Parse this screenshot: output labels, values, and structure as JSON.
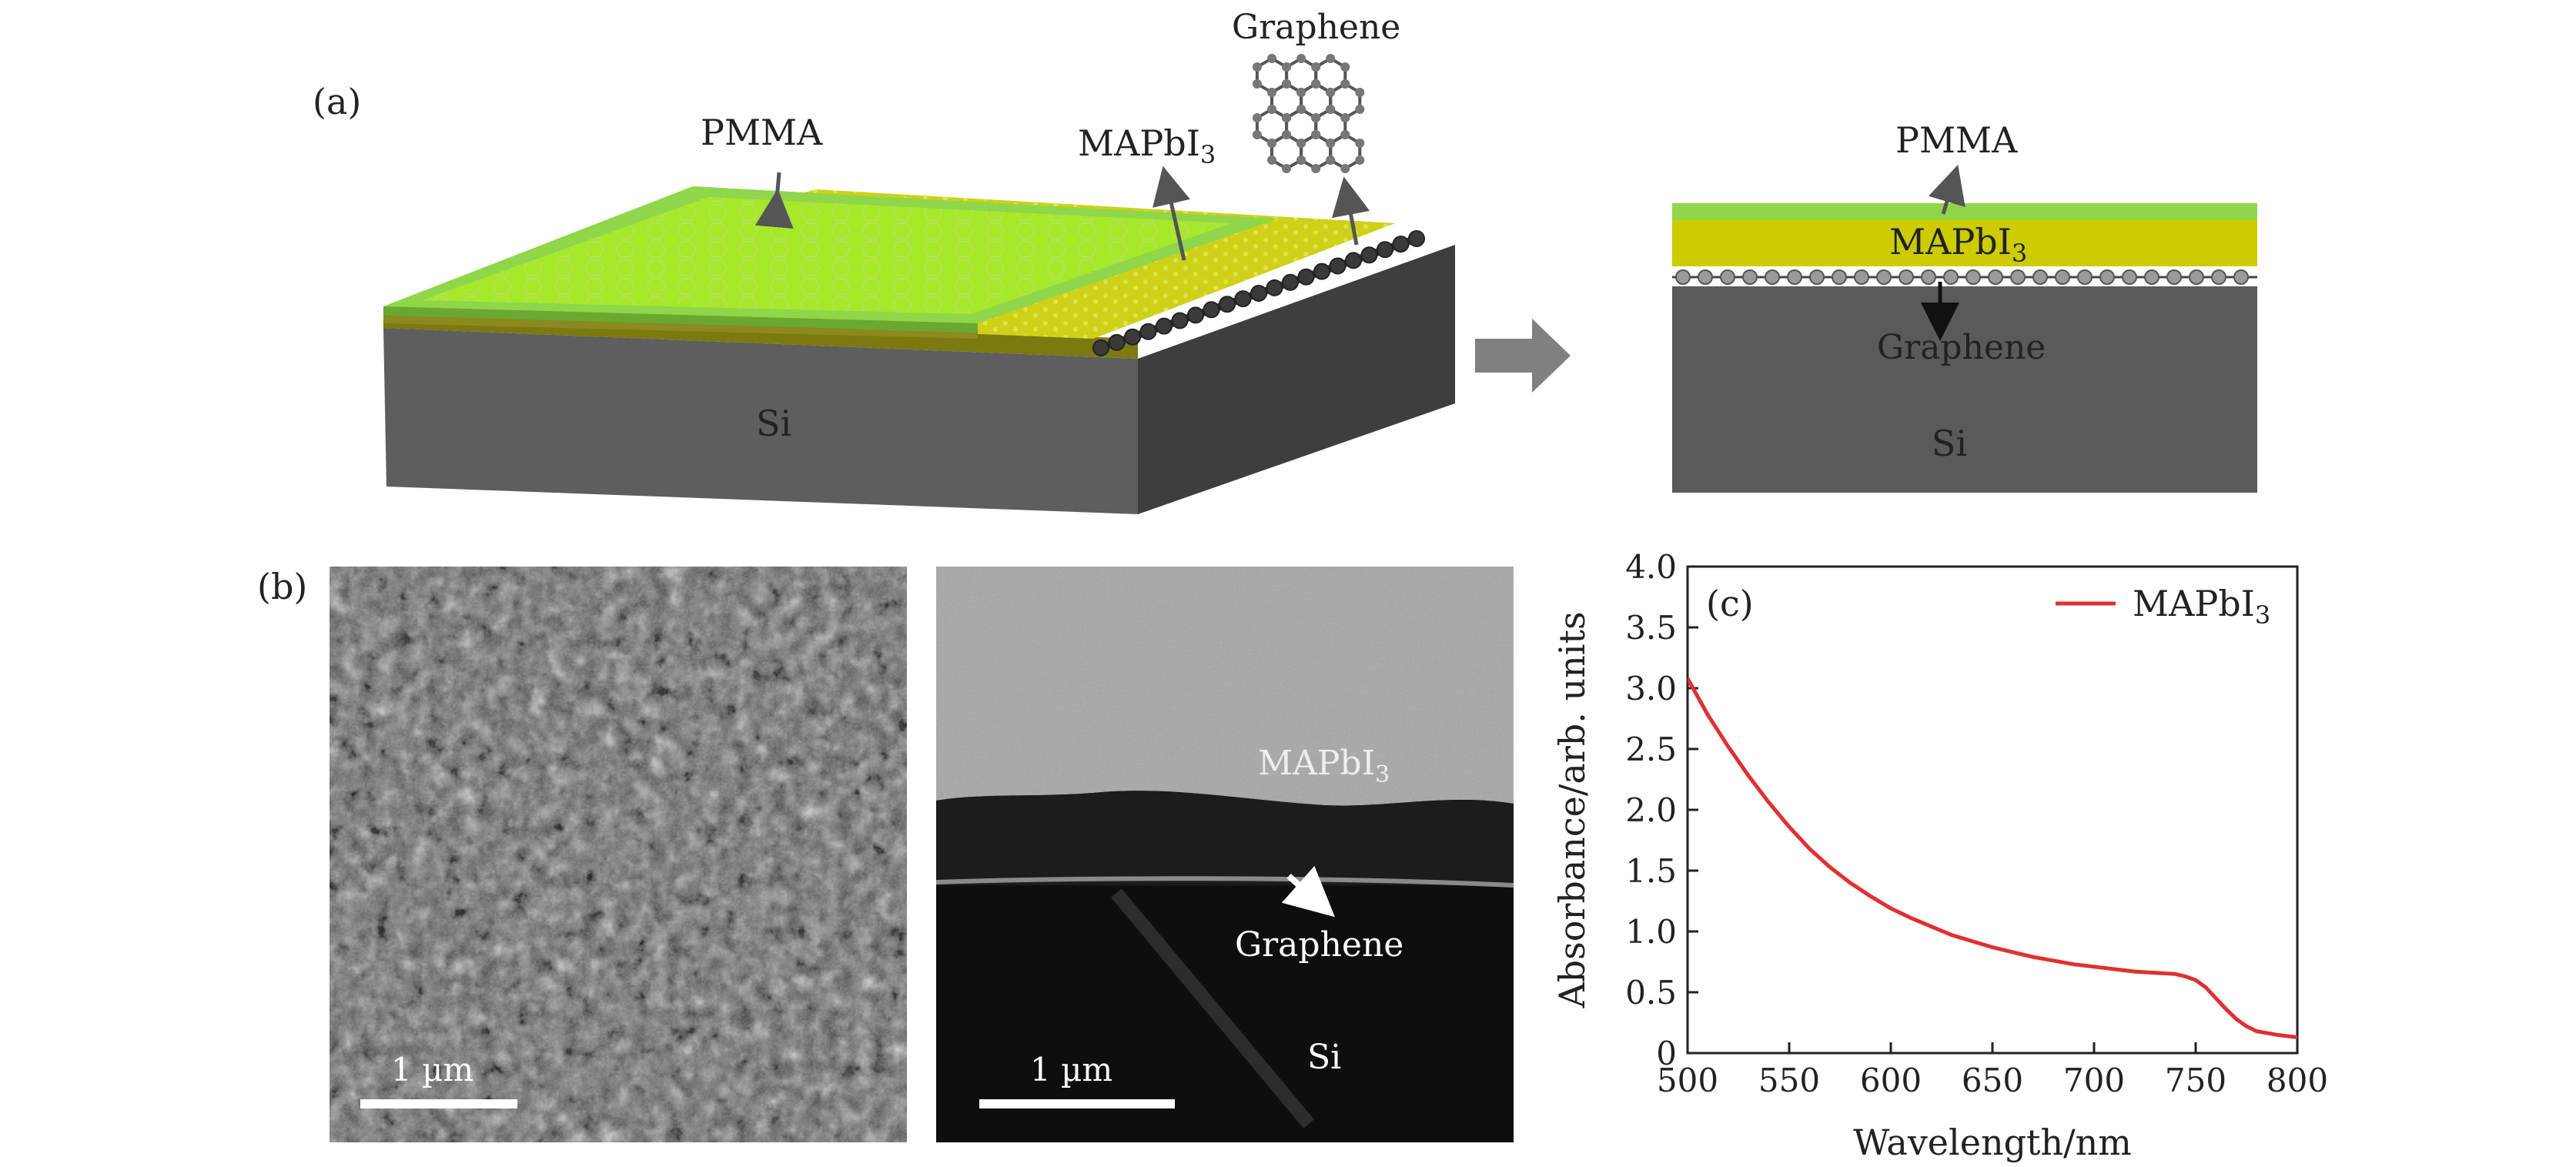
{
  "panel_a": {
    "label": "(a)",
    "left_stack": {
      "pmma_label": "PMMA",
      "mapbi3_label": "MAPbI",
      "mapbi3_sub": "3",
      "graphene_label": "Graphene",
      "si_label": "Si"
    },
    "right_stack": {
      "pmma_label": "PMMA",
      "mapbi3_label": "MAPbI",
      "mapbi3_sub": "3",
      "graphene_label": "Graphene",
      "si_label": "Si"
    },
    "colors": {
      "pmma": "#8fd64a",
      "mapbi3": "#cccc00",
      "si": "#5a5a5a",
      "arrow": "#808080"
    }
  },
  "panel_b": {
    "label": "(b)",
    "left_image": {
      "scale_bar": "1 µm",
      "scale_um": 1
    },
    "right_image": {
      "scale_bar": "1 µm",
      "scale_um": 1,
      "mapbi3_label": "MAPbI",
      "mapbi3_sub": "3",
      "graphene_label": "Graphene",
      "si_label": "Si"
    }
  },
  "chart_data": {
    "type": "line",
    "panel_label": "(c)",
    "xlabel": "Wavelength/nm",
    "ylabel": "Absorbance/arb. units",
    "xlim": [
      500,
      800
    ],
    "ylim": [
      0,
      4.0
    ],
    "xticks": [
      "500",
      "550",
      "600",
      "650",
      "700",
      "750",
      "800"
    ],
    "yticks": [
      "0",
      "0.5",
      "1.0",
      "1.5",
      "2.0",
      "2.5",
      "3.0",
      "3.5",
      "4.0"
    ],
    "legend_position": "top-right",
    "series": [
      {
        "name": "MAPbI",
        "name_sub": "3",
        "color": "#e03030",
        "x": [
          500,
          510,
          520,
          530,
          540,
          550,
          560,
          570,
          580,
          590,
          600,
          610,
          620,
          630,
          640,
          650,
          660,
          670,
          680,
          690,
          700,
          710,
          720,
          730,
          740,
          745,
          750,
          755,
          760,
          765,
          770,
          775,
          780,
          790,
          800
        ],
        "y": [
          3.08,
          2.78,
          2.52,
          2.28,
          2.06,
          1.86,
          1.68,
          1.53,
          1.4,
          1.29,
          1.19,
          1.11,
          1.04,
          0.97,
          0.92,
          0.87,
          0.83,
          0.79,
          0.76,
          0.73,
          0.71,
          0.69,
          0.67,
          0.66,
          0.65,
          0.63,
          0.6,
          0.54,
          0.45,
          0.36,
          0.28,
          0.22,
          0.18,
          0.15,
          0.13
        ]
      }
    ]
  }
}
